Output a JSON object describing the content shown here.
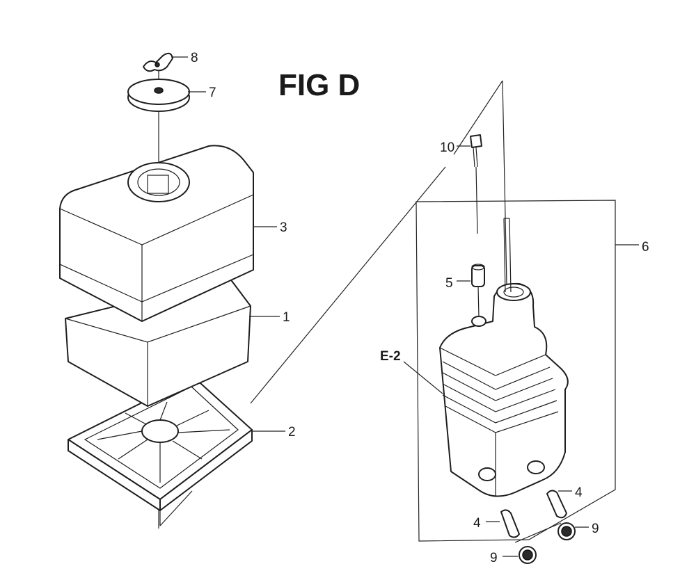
{
  "figure": {
    "title": "FIG D",
    "reference_label": "E-2"
  },
  "callouts": [
    {
      "id": "c8",
      "label": "8"
    },
    {
      "id": "c7",
      "label": "7"
    },
    {
      "id": "c3",
      "label": "3"
    },
    {
      "id": "c1",
      "label": "1"
    },
    {
      "id": "c2",
      "label": "2"
    },
    {
      "id": "c10",
      "label": "10"
    },
    {
      "id": "c6",
      "label": "6"
    },
    {
      "id": "c5",
      "label": "5"
    },
    {
      "id": "c4a",
      "label": "4"
    },
    {
      "id": "c4b",
      "label": "4"
    },
    {
      "id": "c9a",
      "label": "9"
    },
    {
      "id": "c9b",
      "label": "9"
    }
  ],
  "colors": {
    "line": "#1e1e1e",
    "background": "#ffffff"
  }
}
